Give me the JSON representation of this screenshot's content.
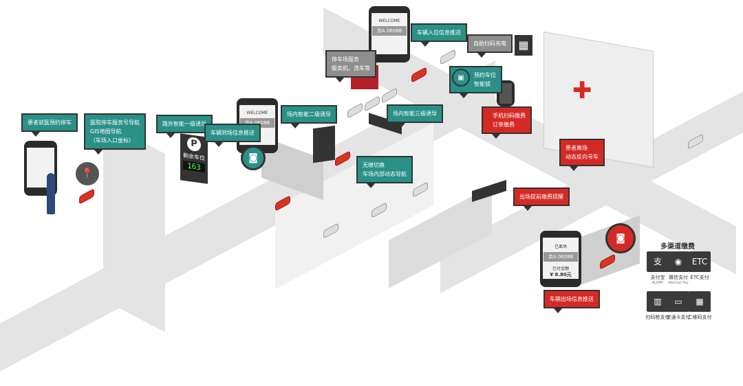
{
  "callouts": {
    "reserve": "患者就医预约停车",
    "nav1": "医院停车服务号导航",
    "nav2": "GIS地图导航",
    "nav3": "（车场入口坐标）",
    "guide1": "路外智能一级诱导",
    "arrive": "车辆到场信息推送",
    "guide2": "场内智能二级诱导",
    "guide3": "场内智能三级诱导",
    "seam1": "无缝切换",
    "seam2": "车场内部动态导航",
    "service1": "停车场服务",
    "service2": "贩卖机、洗车等",
    "park_push": "车辆入位信息推送",
    "charge": "自助扫码充电",
    "lock1": "预约车位",
    "lock2": "智能锁",
    "scan1": "手机扫码缴费",
    "scan2": "订单缴费",
    "find1": "患者离场",
    "find2": "动态反向寻车",
    "exit_warn": "出场提前缴费提醒",
    "exit_push": "车辆出场信息推送"
  },
  "phones": {
    "welcome": "WELCOME",
    "plate": "京A 06088",
    "exit_title": "已离场",
    "exit_paid_label": "已付金额",
    "exit_amount": "¥ 8.80元"
  },
  "sign": {
    "title": "剩余车位",
    "count": "163",
    "p": "P"
  },
  "payment": {
    "title": "多渠道缴费",
    "methods": [
      {
        "icon": "支",
        "label": "支付宝",
        "sub": "ALIPAY"
      },
      {
        "icon": "◉",
        "label": "微信支付",
        "sub": "WeChat Pay"
      },
      {
        "icon": "ETC",
        "label": "ETC支付",
        "sub": ""
      },
      {
        "icon": "▥",
        "label": "扫码枪支付",
        "sub": ""
      },
      {
        "icon": "▭",
        "label": "交通卡支付",
        "sub": ""
      },
      {
        "icon": "▦",
        "label": "二维码支付",
        "sub": ""
      }
    ]
  },
  "colors": {
    "teal": "#2a9187",
    "red": "#d42a26",
    "gray": "#8e8e8e"
  }
}
